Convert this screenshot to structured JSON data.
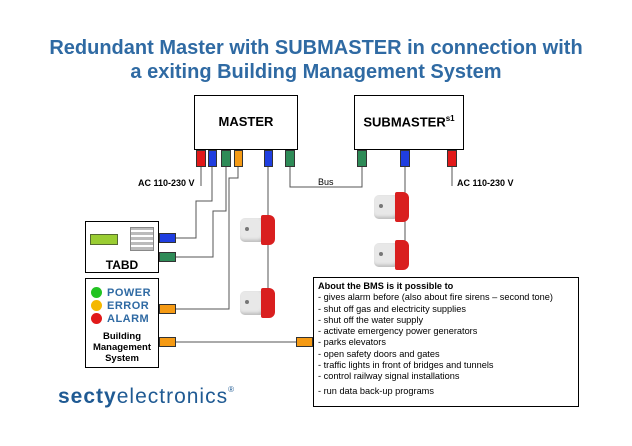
{
  "title": {
    "line1": "Redundant Master with SUBMASTER in connection with",
    "line2": "a exiting Building Management System"
  },
  "master": {
    "label": "MASTER"
  },
  "submaster": {
    "label": "SUBMASTER",
    "superscript": "s1"
  },
  "power_left": "AC 110-230 V",
  "power_right": "AC 110-230 V",
  "bus_label": "Bus",
  "tabd": {
    "label": "TABD"
  },
  "bms": {
    "status": [
      {
        "label": "POWER",
        "color": "#22c322"
      },
      {
        "label": "ERROR",
        "color": "#f5b800"
      },
      {
        "label": "ALARM",
        "color": "#e11919"
      }
    ],
    "label_line1": "Building",
    "label_line2": "Management",
    "label_line3": "System"
  },
  "notes": {
    "heading": "About the BMS is it possible to",
    "items": [
      "- gives alarm before (also about fire sirens – second tone)",
      "- shut off gas and electricity supplies",
      "- shut off the water supply",
      "- activate emergency power generators",
      "- parks elevators",
      "- open safety doors and gates",
      "- traffic lights in front of bridges and tunnels",
      "- control railway signal installations",
      "- run data back-up programs"
    ]
  },
  "logo": {
    "part1": "secty",
    "part2": "electronics",
    "mark": "®"
  },
  "colors": {
    "red": "#e11919",
    "blue": "#1f3ee0",
    "green": "#2e8b57",
    "orange": "#f59a14",
    "keypad": "#9acd32",
    "title": "#2f6aa3"
  }
}
